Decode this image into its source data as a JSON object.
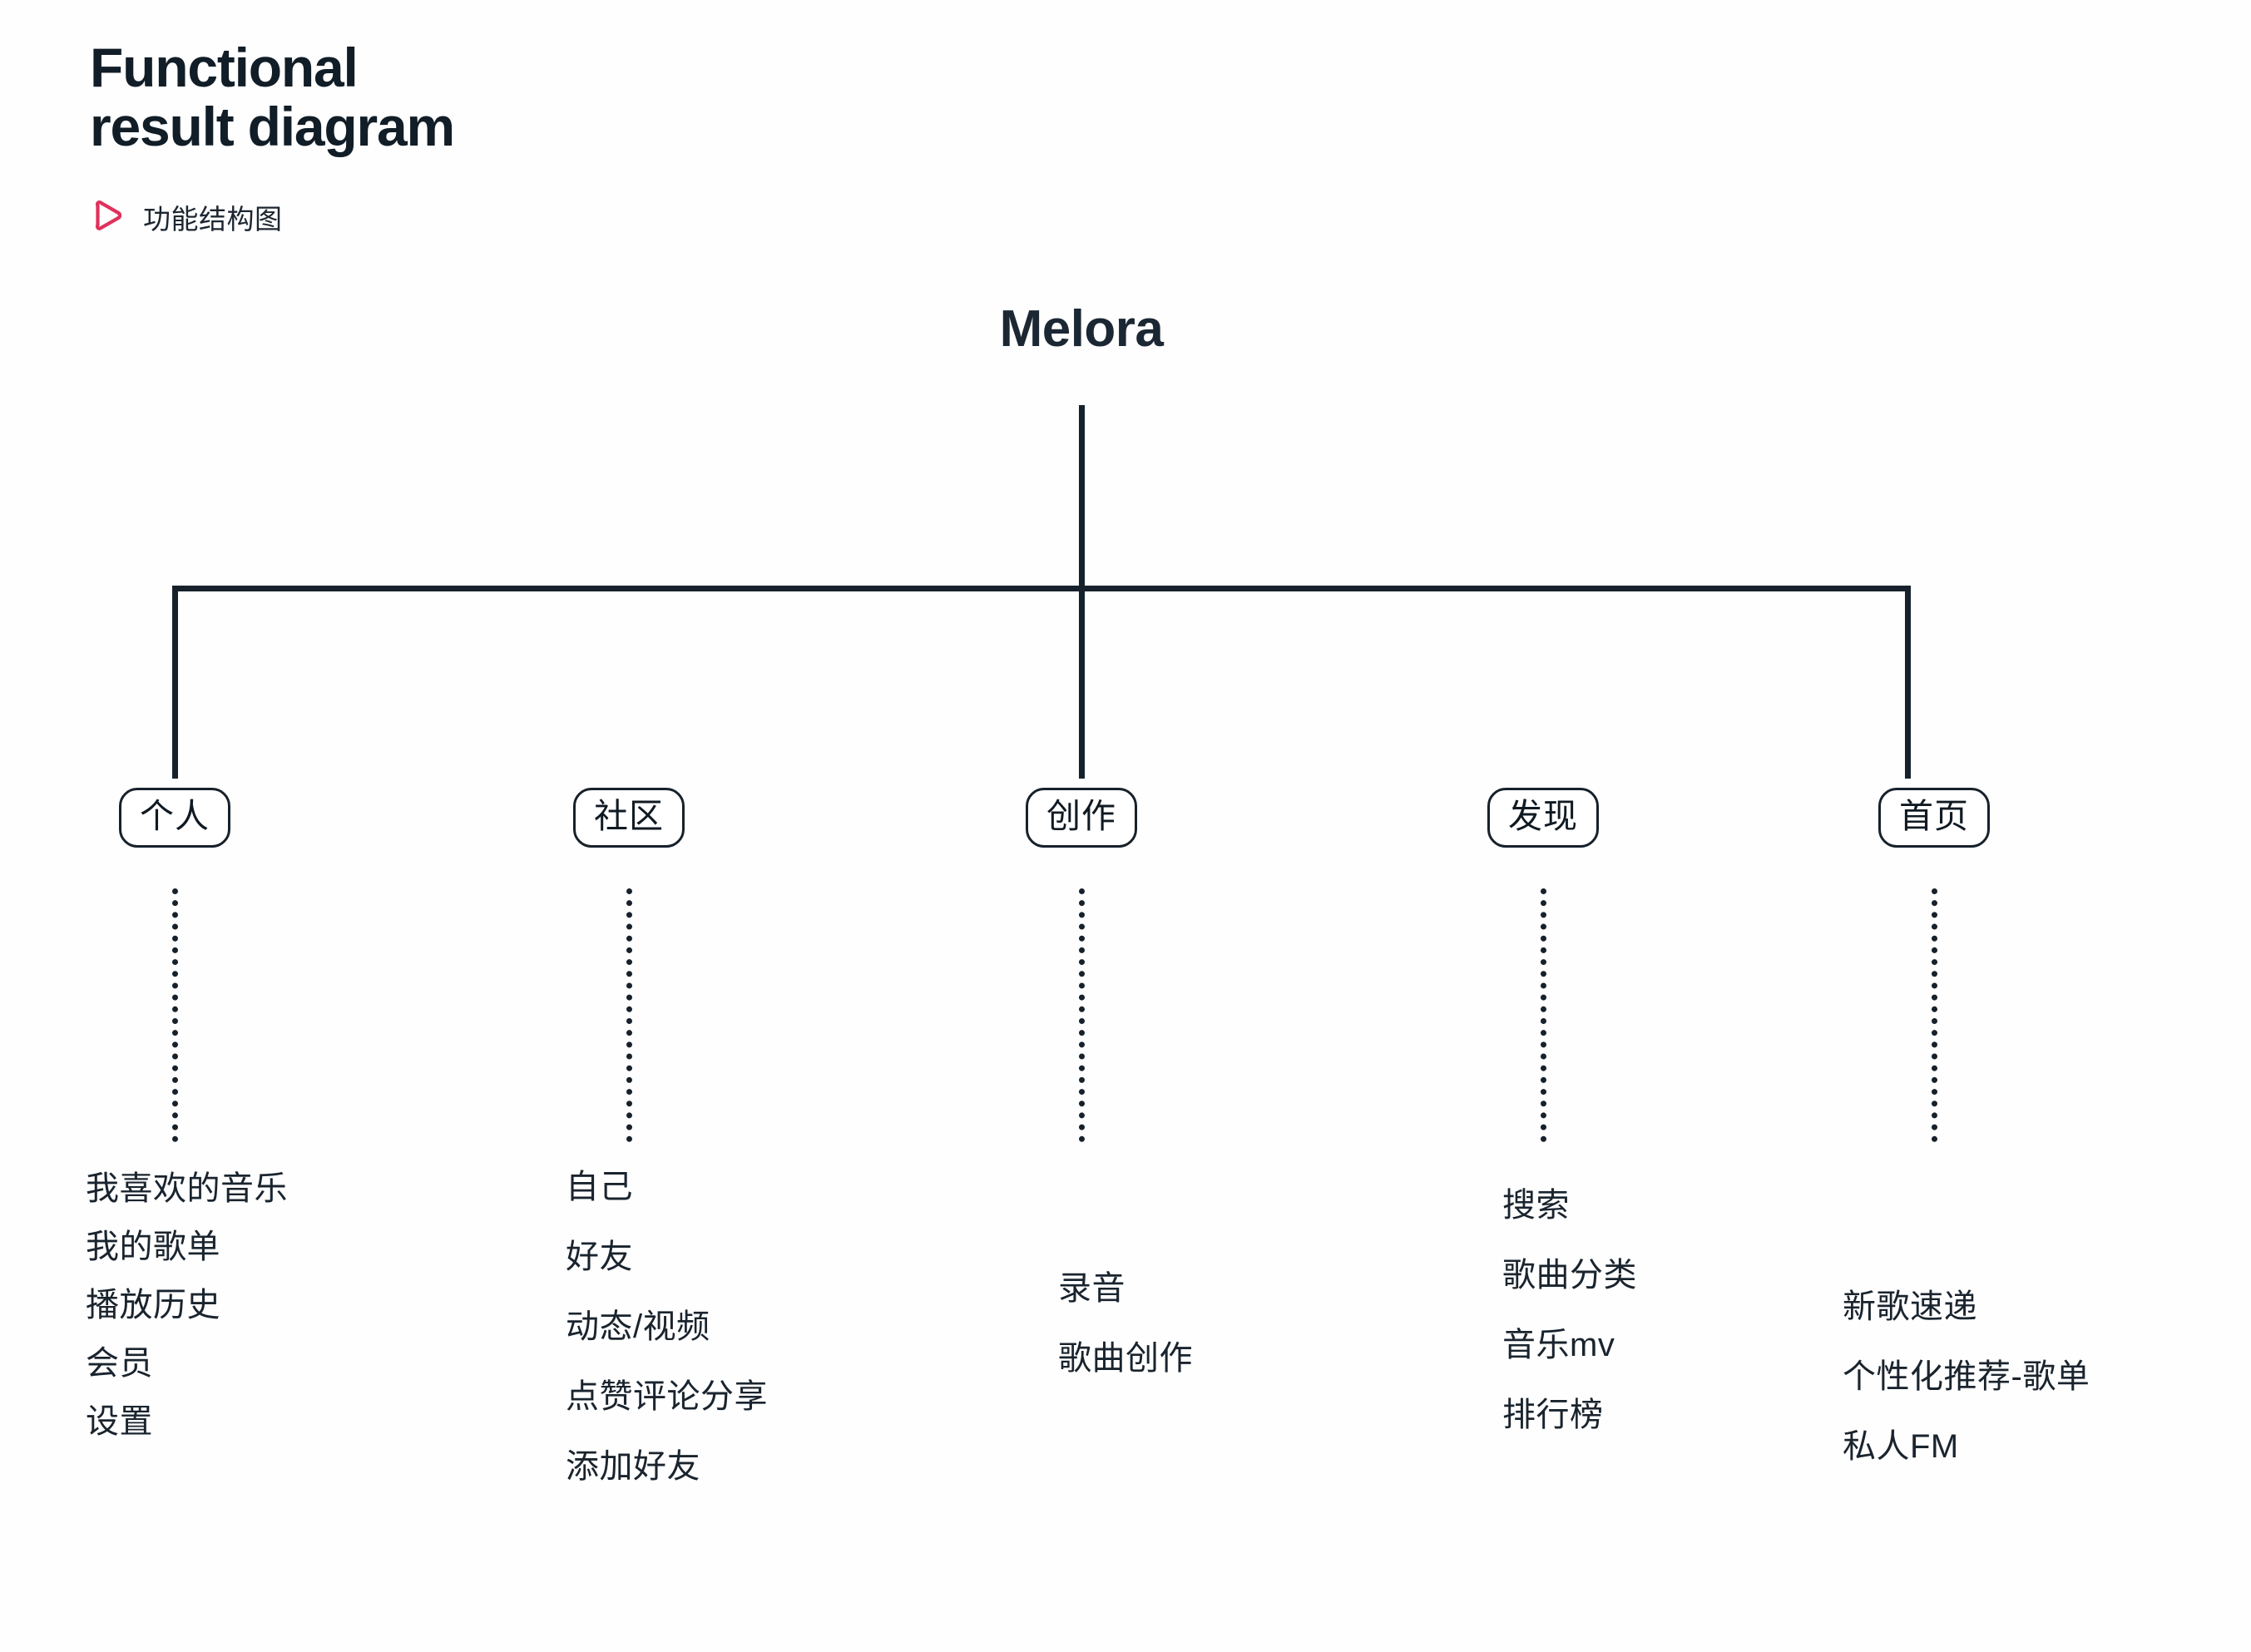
{
  "header": {
    "title": "Functional\nresult diagram",
    "subtitle": "功能结构图",
    "icon": "play-triangle-icon",
    "accent_color": "#e0315b",
    "ink_color": "#16212b"
  },
  "diagram": {
    "root": "Melora",
    "nodes": [
      {
        "label": "个人"
      },
      {
        "label": "社区"
      },
      {
        "label": "创作"
      },
      {
        "label": "发现"
      },
      {
        "label": "首页"
      }
    ],
    "branches": [
      {
        "parent": "个人",
        "items": [
          "我喜欢的音乐",
          "我的歌单",
          "播放历史",
          "会员",
          "设置"
        ]
      },
      {
        "parent": "社区",
        "items": [
          "自己",
          "好友",
          "动态/视频",
          "点赞评论分享",
          "添加好友"
        ]
      },
      {
        "parent": "创作",
        "items": [
          "录音",
          "歌曲创作"
        ]
      },
      {
        "parent": "发现",
        "items": [
          "搜索",
          "歌曲分类",
          "音乐mv",
          "排行榜"
        ]
      },
      {
        "parent": "首页",
        "items": [
          "新歌速递",
          "个性化推荐-歌单",
          "私人FM"
        ]
      }
    ]
  }
}
